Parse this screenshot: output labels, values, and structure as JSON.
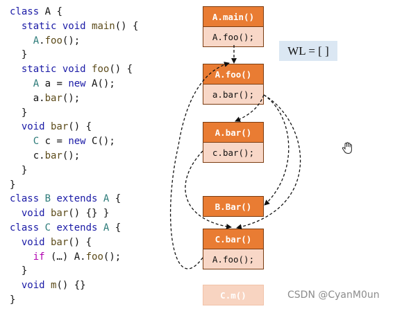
{
  "code": {
    "lines": [
      [
        {
          "t": "class",
          "c": "kw"
        },
        {
          "t": " A {"
        }
      ],
      [
        {
          "t": "  static",
          "c": "kw"
        },
        {
          "t": " void",
          "c": "kw"
        },
        {
          "t": " main",
          "c": "fn"
        },
        {
          "t": "() {"
        }
      ],
      [
        {
          "t": "    A",
          "c": "ty"
        },
        {
          "t": "."
        },
        {
          "t": "foo",
          "c": "fn"
        },
        {
          "t": "();"
        }
      ],
      [
        {
          "t": "  }"
        }
      ],
      [
        {
          "t": "  static",
          "c": "kw"
        },
        {
          "t": " void",
          "c": "kw"
        },
        {
          "t": " foo",
          "c": "fn"
        },
        {
          "t": "() {"
        }
      ],
      [
        {
          "t": "    A",
          "c": "ty"
        },
        {
          "t": " a = "
        },
        {
          "t": "new",
          "c": "kw"
        },
        {
          "t": " A"
        },
        {
          "t": "();"
        }
      ],
      [
        {
          "t": "    a."
        },
        {
          "t": "bar",
          "c": "fn"
        },
        {
          "t": "();"
        }
      ],
      [
        {
          "t": "  }"
        }
      ],
      [
        {
          "t": "  void",
          "c": "kw"
        },
        {
          "t": " bar",
          "c": "fn"
        },
        {
          "t": "() {"
        }
      ],
      [
        {
          "t": "    C",
          "c": "ty"
        },
        {
          "t": " c = "
        },
        {
          "t": "new",
          "c": "kw"
        },
        {
          "t": " C"
        },
        {
          "t": "();"
        }
      ],
      [
        {
          "t": "    c."
        },
        {
          "t": "bar",
          "c": "fn"
        },
        {
          "t": "();"
        }
      ],
      [
        {
          "t": "  }"
        }
      ],
      [
        {
          "t": "}"
        }
      ],
      [
        {
          "t": "class",
          "c": "kw"
        },
        {
          "t": " B",
          "c": "ty"
        },
        {
          "t": " extends",
          "c": "kw"
        },
        {
          "t": " A",
          "c": "ty"
        },
        {
          "t": " {"
        }
      ],
      [
        {
          "t": "  void",
          "c": "kw"
        },
        {
          "t": " bar",
          "c": "fn"
        },
        {
          "t": "() {} }"
        }
      ],
      [
        {
          "t": "class",
          "c": "kw"
        },
        {
          "t": " C",
          "c": "ty"
        },
        {
          "t": " extends",
          "c": "kw"
        },
        {
          "t": " A",
          "c": "ty"
        },
        {
          "t": " {"
        }
      ],
      [
        {
          "t": "  void",
          "c": "kw"
        },
        {
          "t": " bar",
          "c": "fn"
        },
        {
          "t": "() {"
        }
      ],
      [
        {
          "t": "    if",
          "c": "kc"
        },
        {
          "t": " (…) A."
        },
        {
          "t": "foo",
          "c": "fn"
        },
        {
          "t": "();"
        }
      ],
      [
        {
          "t": "  }"
        }
      ],
      [
        {
          "t": "  void",
          "c": "kw"
        },
        {
          "t": " m",
          "c": "fn"
        },
        {
          "t": "() {}"
        }
      ],
      [
        {
          "t": "}"
        }
      ]
    ]
  },
  "graph": {
    "nodes": [
      {
        "method": "A.main()",
        "callsite": "A.foo();"
      },
      {
        "method": "A.foo()",
        "callsite": "a.bar();"
      },
      {
        "method": "A.bar()",
        "callsite": "c.bar();"
      },
      {
        "method": "B.Bar()"
      },
      {
        "method": "C.bar()",
        "callsite": "A.foo();"
      },
      {
        "method": "C.m()"
      }
    ],
    "worklist": "WL = [ ]"
  },
  "watermark": "CSDN @CyanM0un",
  "colors": {
    "node_header": "#e97c33",
    "node_callsite": "#f8d7c7",
    "node_unreachable": "#f8d4c1",
    "worklist_bg": "#dbe7f3",
    "keyword": "#1a1aa6",
    "type": "#2b7a78"
  }
}
